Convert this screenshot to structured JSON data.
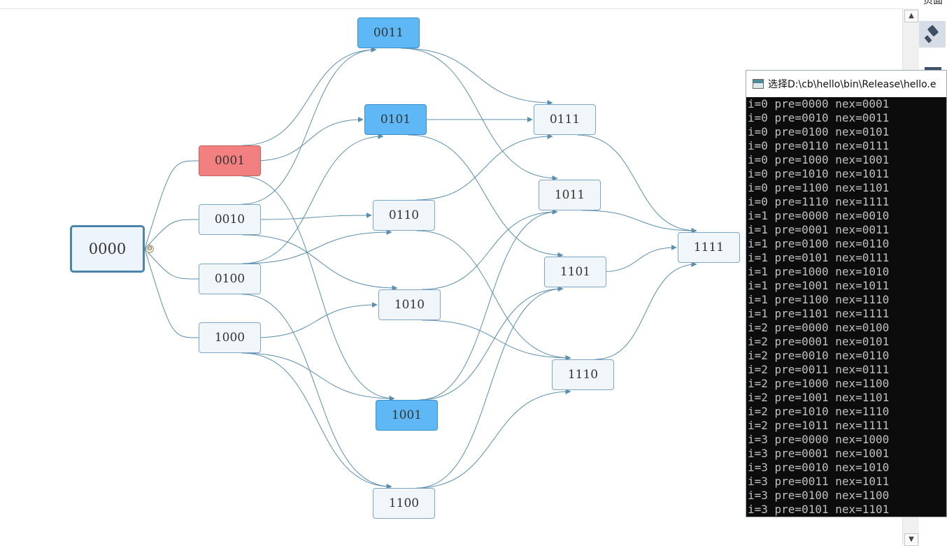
{
  "nodes": {
    "n0000": "0000",
    "n0001": "0001",
    "n0010": "0010",
    "n0100": "0100",
    "n1000": "1000",
    "n0011": "0011",
    "n0101": "0101",
    "n0110": "0110",
    "n1010": "1010",
    "n1001": "1001",
    "n1100": "1100",
    "n0111": "0111",
    "n1011": "1011",
    "n1101": "1101",
    "n1110": "1110",
    "n1111": "1111"
  },
  "edges": [
    [
      "n0000",
      "n0001"
    ],
    [
      "n0000",
      "n0010"
    ],
    [
      "n0000",
      "n0100"
    ],
    [
      "n0000",
      "n1000"
    ],
    [
      "n0001",
      "n0011"
    ],
    [
      "n0001",
      "n0101"
    ],
    [
      "n0001",
      "n1001"
    ],
    [
      "n0010",
      "n0011"
    ],
    [
      "n0010",
      "n0110"
    ],
    [
      "n0010",
      "n1010"
    ],
    [
      "n0100",
      "n0101"
    ],
    [
      "n0100",
      "n0110"
    ],
    [
      "n0100",
      "n1100"
    ],
    [
      "n1000",
      "n1001"
    ],
    [
      "n1000",
      "n1010"
    ],
    [
      "n1000",
      "n1100"
    ],
    [
      "n0011",
      "n0111"
    ],
    [
      "n0011",
      "n1011"
    ],
    [
      "n0101",
      "n0111"
    ],
    [
      "n0101",
      "n1101"
    ],
    [
      "n0110",
      "n0111"
    ],
    [
      "n0110",
      "n1110"
    ],
    [
      "n1010",
      "n1011"
    ],
    [
      "n1010",
      "n1110"
    ],
    [
      "n1001",
      "n1011"
    ],
    [
      "n1001",
      "n1101"
    ],
    [
      "n1100",
      "n1101"
    ],
    [
      "n1100",
      "n1110"
    ],
    [
      "n0111",
      "n1111"
    ],
    [
      "n1011",
      "n1111"
    ],
    [
      "n1101",
      "n1111"
    ],
    [
      "n1110",
      "n1111"
    ]
  ],
  "colors": {
    "edge": "#5b8fad",
    "selected": "#5db8f5",
    "highlight": "#f28080",
    "node_fill": "#f1f6fb"
  },
  "collapse_symbol": "⊖",
  "scrollbar": {
    "up": "▲",
    "down": "▼"
  },
  "right_panel": {
    "heading": "页面",
    "tool_icon": "paint-brush-icon"
  },
  "console": {
    "title": "选择D:\\cb\\hello\\bin\\Release\\hello.e",
    "lines": [
      "i=0 pre=0000 nex=0001",
      "i=0 pre=0010 nex=0011",
      "i=0 pre=0100 nex=0101",
      "i=0 pre=0110 nex=0111",
      "i=0 pre=1000 nex=1001",
      "i=0 pre=1010 nex=1011",
      "i=0 pre=1100 nex=1101",
      "i=0 pre=1110 nex=1111",
      "i=1 pre=0000 nex=0010",
      "i=1 pre=0001 nex=0011",
      "i=1 pre=0100 nex=0110",
      "i=1 pre=0101 nex=0111",
      "i=1 pre=1000 nex=1010",
      "i=1 pre=1001 nex=1011",
      "i=1 pre=1100 nex=1110",
      "i=1 pre=1101 nex=1111",
      "i=2 pre=0000 nex=0100",
      "i=2 pre=0001 nex=0101",
      "i=2 pre=0010 nex=0110",
      "i=2 pre=0011 nex=0111",
      "i=2 pre=1000 nex=1100",
      "i=2 pre=1001 nex=1101",
      "i=2 pre=1010 nex=1110",
      "i=2 pre=1011 nex=1111",
      "i=3 pre=0000 nex=1000",
      "i=3 pre=0001 nex=1001",
      "i=3 pre=0010 nex=1010",
      "i=3 pre=0011 nex=1011",
      "i=3 pre=0100 nex=1100",
      "i=3 pre=0101 nex=1101"
    ]
  }
}
